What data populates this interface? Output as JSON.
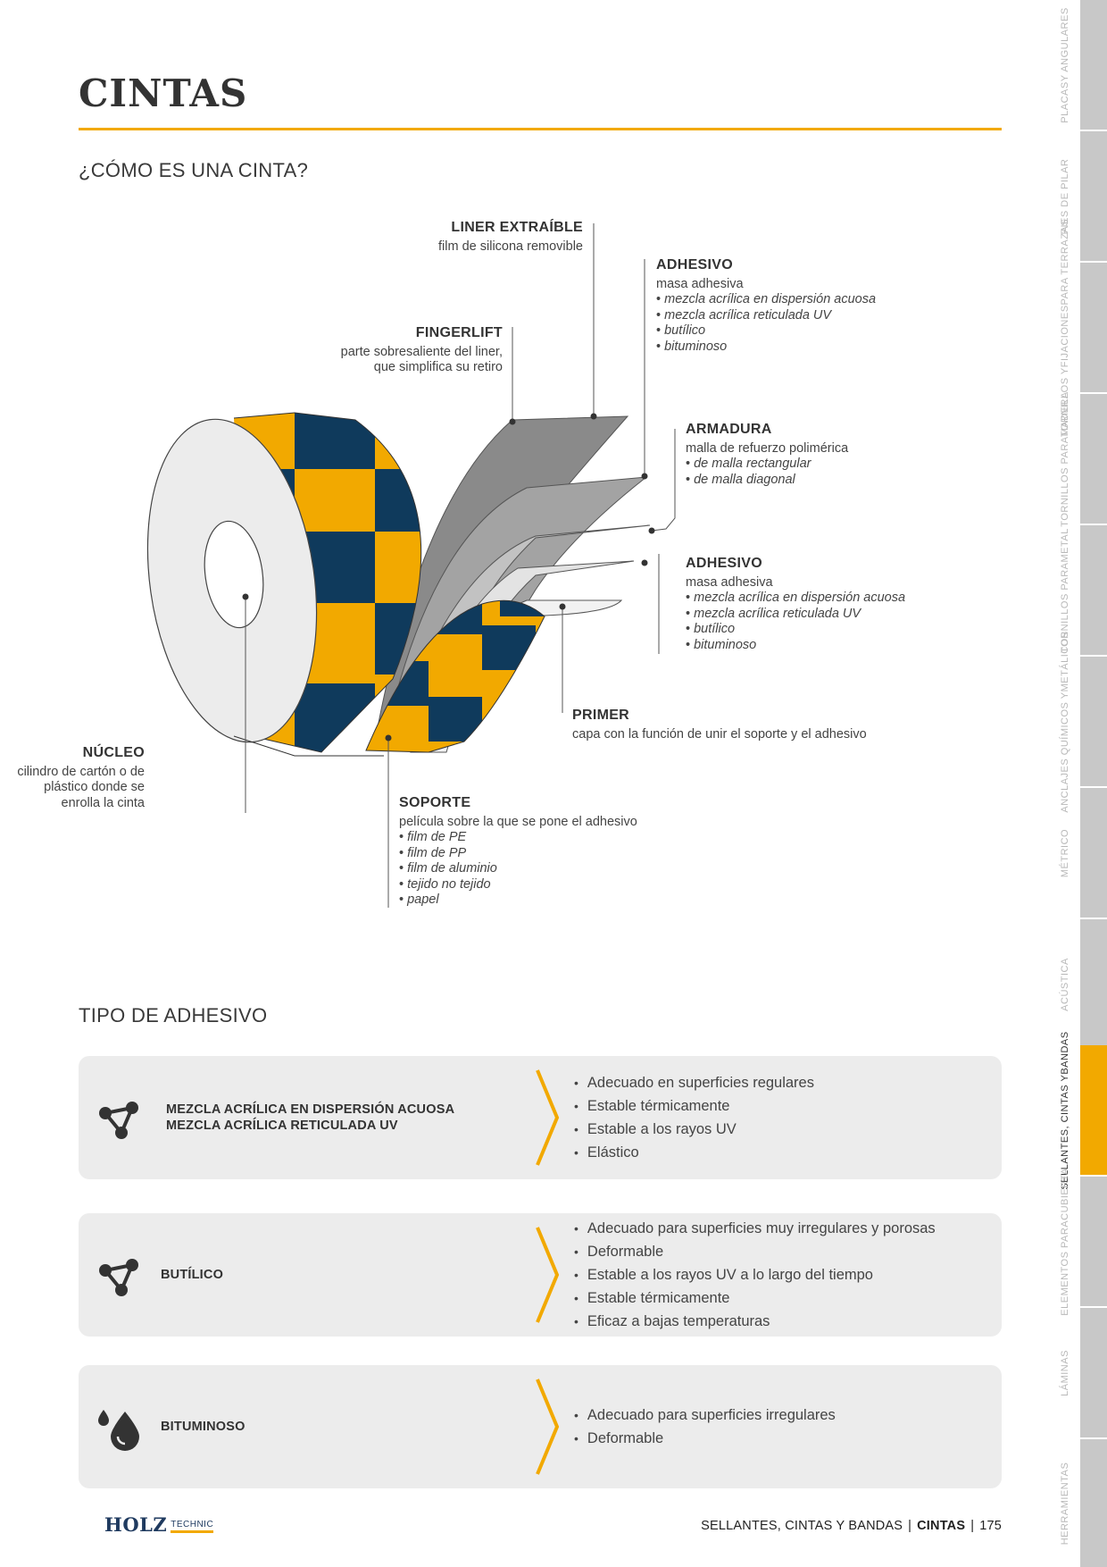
{
  "page": {
    "title": "CINTAS",
    "section1": "¿CÓMO ES UNA CINTA?",
    "section2": "TIPO DE ADHESIVO"
  },
  "colors": {
    "accent": "#f2a900",
    "navy": "#0f3a5c",
    "card_bg": "#ececec",
    "tab_grey": "#c8c8c8"
  },
  "diagram": {
    "liner": {
      "title": "LINER EXTRAÍBLE",
      "desc": "film de silicona removible"
    },
    "adhesive_top": {
      "title": "ADHESIVO",
      "desc": "masa adhesiva",
      "items": [
        "mezcla acrílica en dispersión acuosa",
        "mezcla acrílica reticulada UV",
        "butílico",
        "bituminoso"
      ]
    },
    "fingerlift": {
      "title": "FINGERLIFT",
      "desc1": "parte sobresaliente del liner,",
      "desc2": "que simplifica su retiro"
    },
    "armadura": {
      "title": "ARMADURA",
      "desc": "malla de refuerzo polimérica",
      "items": [
        "de malla rectangular",
        "de malla diagonal"
      ]
    },
    "adhesive_bottom": {
      "title": "ADHESIVO",
      "desc": "masa adhesiva",
      "items": [
        "mezcla acrílica en dispersión acuosa",
        "mezcla acrílica reticulada UV",
        "butílico",
        "bituminoso"
      ]
    },
    "primer": {
      "title": "PRIMER",
      "desc": "capa con la función de unir el soporte y el adhesivo"
    },
    "nucleo": {
      "title": "NÚCLEO",
      "desc1": "cilindro de cartón o de",
      "desc2": "plástico donde se",
      "desc3": "enrolla la cinta"
    },
    "soporte": {
      "title": "SOPORTE",
      "desc": "película sobre la que se pone el adhesivo",
      "items": [
        "film de PE",
        "film de PP",
        "film de aluminio",
        "tejido no tejido",
        "papel"
      ]
    }
  },
  "adhesive_types": [
    {
      "icon": "molecule-icon",
      "names": [
        "MEZCLA ACRÍLICA EN DISPERSIÓN ACUOSA",
        "MEZCLA ACRÍLICA RETICULADA UV"
      ],
      "props": [
        "Adecuado en superficies regulares",
        "Estable térmicamente",
        "Estable a los rayos UV",
        "Elástico"
      ]
    },
    {
      "icon": "molecule-icon",
      "names": [
        "BUTÍLICO"
      ],
      "props": [
        "Adecuado para superficies muy irregulares y porosas",
        "Deformable",
        "Estable a los rayos UV a lo largo del tiempo",
        "Estable térmicamente",
        "Eficaz a bajas temperaturas"
      ]
    },
    {
      "icon": "drops-icon",
      "names": [
        "BITUMINOSO"
      ],
      "props": [
        "Adecuado para superficies irregulares",
        "Deformable"
      ]
    }
  ],
  "footer": {
    "brand": "HOLZ",
    "brand_sub": "TECHNIC",
    "category": "SELLANTES, CINTAS Y BANDAS",
    "separator": "|",
    "section": "CINTAS",
    "page_number": "175"
  },
  "side_tabs": [
    {
      "lines": [
        "PLACAS",
        "Y ANGULARES"
      ],
      "active": false
    },
    {
      "lines": [
        "PIES DE PILAR"
      ],
      "active": false
    },
    {
      "lines": [
        "TORNILLOS Y",
        "FIJACIONES",
        "PARA TERRAZAS"
      ],
      "active": false
    },
    {
      "lines": [
        "TORNILLOS PARA",
        "MADERA"
      ],
      "active": false
    },
    {
      "lines": [
        "TORNILLOS PARA",
        "METAL"
      ],
      "active": false
    },
    {
      "lines": [
        "ANCLAJES QUÍMICOS Y",
        "METÁLICOS"
      ],
      "active": false
    },
    {
      "lines": [
        "MÉTRICO"
      ],
      "active": false
    },
    {
      "lines": [
        "ACÚSTICA"
      ],
      "active": false
    },
    {
      "lines": [
        "SELLANTES, CINTAS Y",
        "BANDAS"
      ],
      "active": true
    },
    {
      "lines": [
        "ELEMENTOS PARA",
        "CUBIERTA"
      ],
      "active": false
    },
    {
      "lines": [
        "LÁMINAS"
      ],
      "active": false
    },
    {
      "lines": [
        "HERRAMIENTAS"
      ],
      "active": false
    }
  ]
}
